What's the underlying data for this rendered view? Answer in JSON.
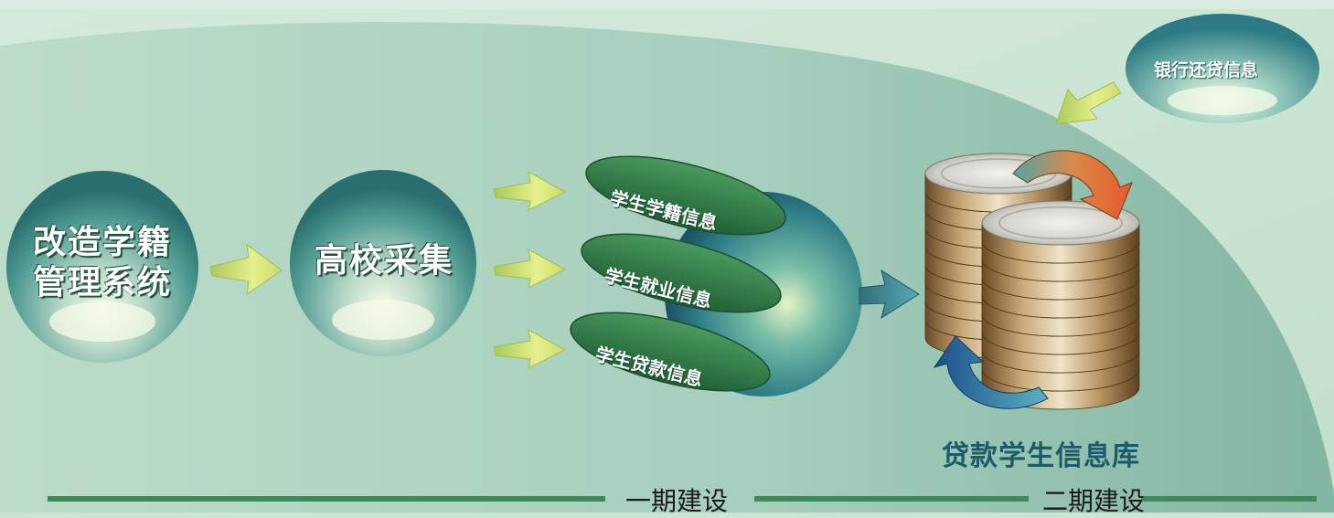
{
  "nodes": {
    "reform_system": {
      "line1": "改造学籍",
      "line2": "管理系统"
    },
    "college_collect": {
      "label": "高校采集"
    },
    "student_status": {
      "label": "学生学籍信息"
    },
    "student_employment": {
      "label": "学生就业信息"
    },
    "student_loan": {
      "label": "学生贷款信息"
    },
    "bank_repay": {
      "label": "银行还贷信息"
    },
    "database": {
      "label": "贷款学生信息库"
    }
  },
  "phases": {
    "phase1": "一期建设",
    "phase2": "二期建设"
  },
  "colors": {
    "background": "#cbe4d4",
    "curve_fill": "#8fbfae",
    "bar": "#3d8a58",
    "db_label": "#1d5a6a",
    "pill": "#2f7a45",
    "arrow": "#c6d96a"
  }
}
